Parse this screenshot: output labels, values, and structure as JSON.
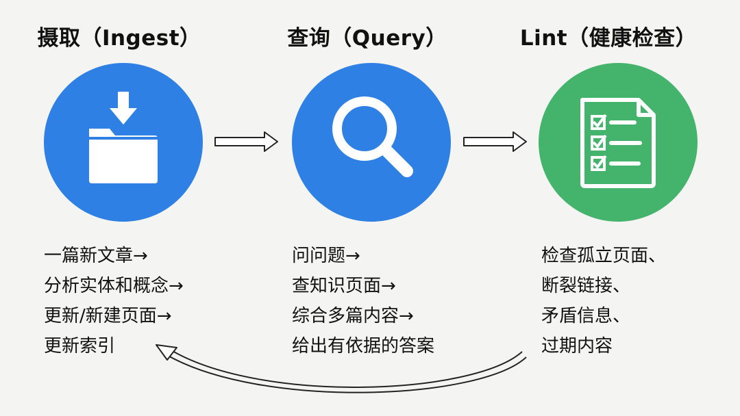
{
  "colors": {
    "ingest": "#2f80e4",
    "query": "#2f80e4",
    "lint": "#44b46c",
    "background": "#f4f4f2"
  },
  "stages": [
    {
      "title": "摄取（Ingest）",
      "icon": "folder-download-icon",
      "lines": [
        "一篇新文章→",
        "分析实体和概念→",
        "更新/新建页面→",
        "更新索引"
      ]
    },
    {
      "title": "查询（Query）",
      "icon": "magnifier-icon",
      "lines": [
        "问问题→",
        "查知识页面→",
        "综合多篇内容→",
        "给出有依据的答案"
      ]
    },
    {
      "title": "Lint（健康检查）",
      "icon": "checklist-document-icon",
      "lines": [
        "检查孤立页面、",
        "断裂链接、",
        "矛盾信息、",
        "过期内容"
      ]
    }
  ],
  "connectors": [
    "hollow-arrow-right-icon",
    "hollow-arrow-right-icon",
    "curved-return-arrow-icon"
  ]
}
